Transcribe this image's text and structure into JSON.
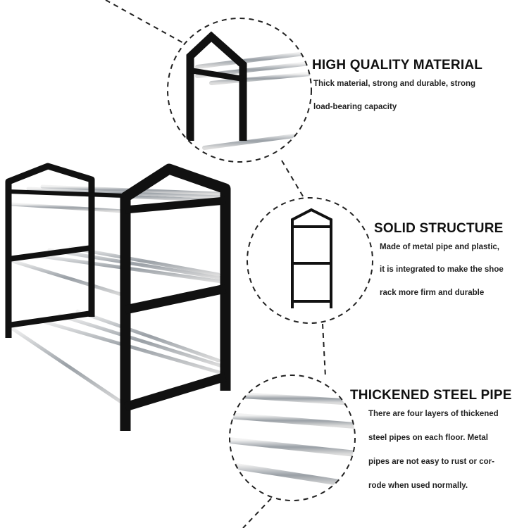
{
  "features": [
    {
      "title": "HIGH QUALITY MATERIAL",
      "lines": [
        "Thick material, strong and durable, strong",
        "load-bearing capacity"
      ]
    },
    {
      "title": "SOLID STRUCTURE",
      "lines": [
        "Made of metal pipe and plastic,",
        "it is integrated to make the shoe",
        "rack more firm and durable"
      ]
    },
    {
      "title": "THICKENED STEEL PIPE",
      "lines": [
        "There are four layers of thickened",
        "steel pipes on each floor. Metal",
        "pipes are not easy to rust or cor-",
        "rode when used normally."
      ]
    }
  ],
  "colors": {
    "frame": "#111111",
    "pipe": "#b8bcc0",
    "dash": "#222222"
  }
}
